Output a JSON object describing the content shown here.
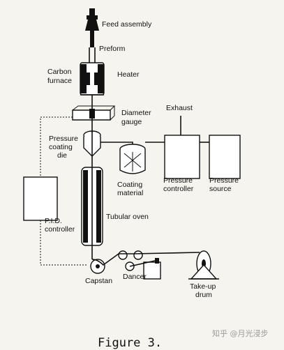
{
  "labels": {
    "feed_assembly": "Feed assembly",
    "preform": "Preform",
    "carbon": "Carbon",
    "furnace": "furnace",
    "heater": "Heater",
    "diameter": "Diameter",
    "gauge": "gauge",
    "exhaust": "Exhaust",
    "pressure": "Pressure",
    "coating": "coating",
    "die": "die",
    "coating_word": "Coating",
    "material": "material",
    "pressure_controller_1": "Pressure",
    "pressure_controller_2": "controller",
    "pressure_source_1": "Pressure",
    "pressure_source_2": "source",
    "tubular_oven": "Tubular oven",
    "pid_1": "P.I.D.",
    "pid_2": "controller",
    "capstan": "Capstan",
    "dancer": "Dancer",
    "takeup_1": "Take-up",
    "takeup_2": "drum"
  },
  "caption": "Figure 3.",
  "watermark": "知乎 @月光浸步"
}
